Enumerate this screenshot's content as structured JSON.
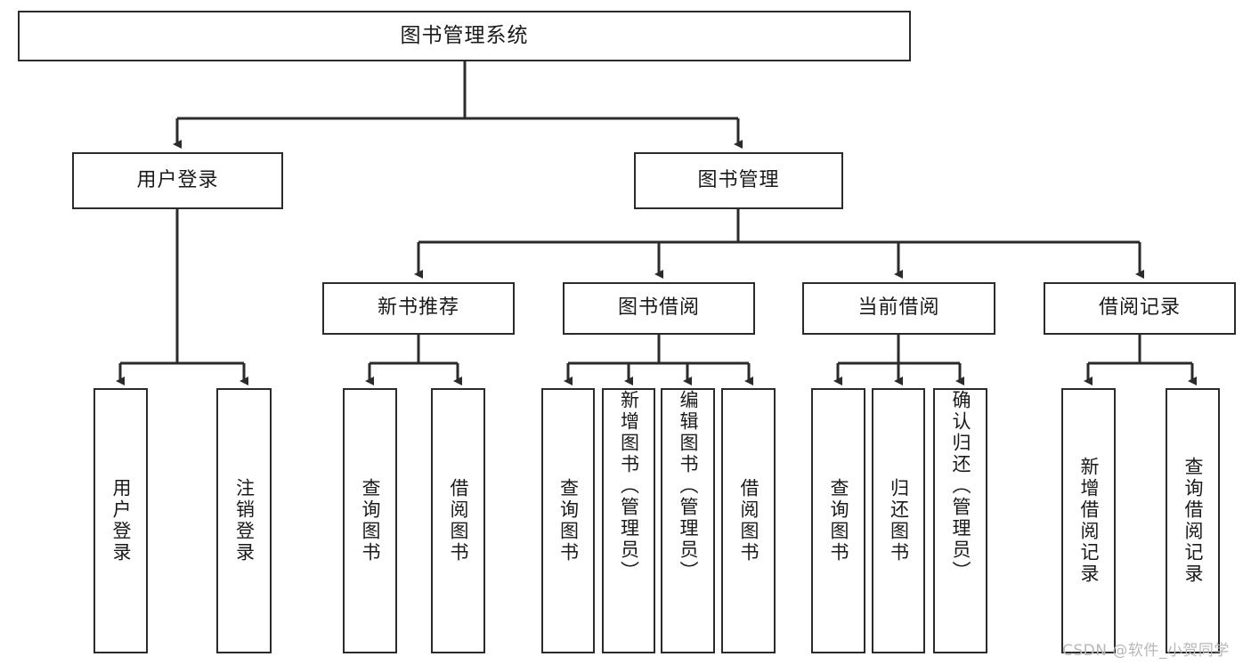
{
  "diagram": {
    "title": "图书管理系统",
    "type": "tree-hierarchy-chart",
    "background": "#ffffff",
    "line_color": "#2b2b2b",
    "text_color": "#1a1a1a"
  },
  "nodes": {
    "root": {
      "label": "图书管理系统"
    },
    "level2": [
      {
        "id": "user-login",
        "label": "用户登录"
      },
      {
        "id": "book-manage",
        "label": "图书管理"
      }
    ],
    "level3": [
      {
        "id": "new-book-rec",
        "label": "新书推荐"
      },
      {
        "id": "book-borrow",
        "label": "图书借阅"
      },
      {
        "id": "current-borrow",
        "label": "当前借阅"
      },
      {
        "id": "borrow-record",
        "label": "借阅记录"
      }
    ],
    "leaves": {
      "user_login": [
        {
          "id": "leaf-user-login",
          "label": "用户登录"
        },
        {
          "id": "leaf-logout",
          "label": "注销登录"
        }
      ],
      "new_book_rec": [
        {
          "id": "leaf-query-book-1",
          "label": "查询图书"
        },
        {
          "id": "leaf-borrow-book-1",
          "label": "借阅图书"
        }
      ],
      "book_borrow": [
        {
          "id": "leaf-query-book-2",
          "label": "查询图书"
        },
        {
          "id": "leaf-add-book",
          "label": "新增图书（管理员）"
        },
        {
          "id": "leaf-edit-book",
          "label": "编辑图书（管理员）"
        },
        {
          "id": "leaf-borrow-book-2",
          "label": "借阅图书"
        }
      ],
      "current_borrow": [
        {
          "id": "leaf-query-book-3",
          "label": "查询图书"
        },
        {
          "id": "leaf-return-book",
          "label": "归还图书"
        },
        {
          "id": "leaf-confirm-return",
          "label": "确认归还（管理员）"
        }
      ],
      "borrow_record": [
        {
          "id": "leaf-add-record",
          "label": "新增借阅记录"
        },
        {
          "id": "leaf-query-record",
          "label": "查询借阅记录"
        }
      ]
    }
  },
  "watermark": {
    "text": "CSDN @软件_小贺同学"
  }
}
